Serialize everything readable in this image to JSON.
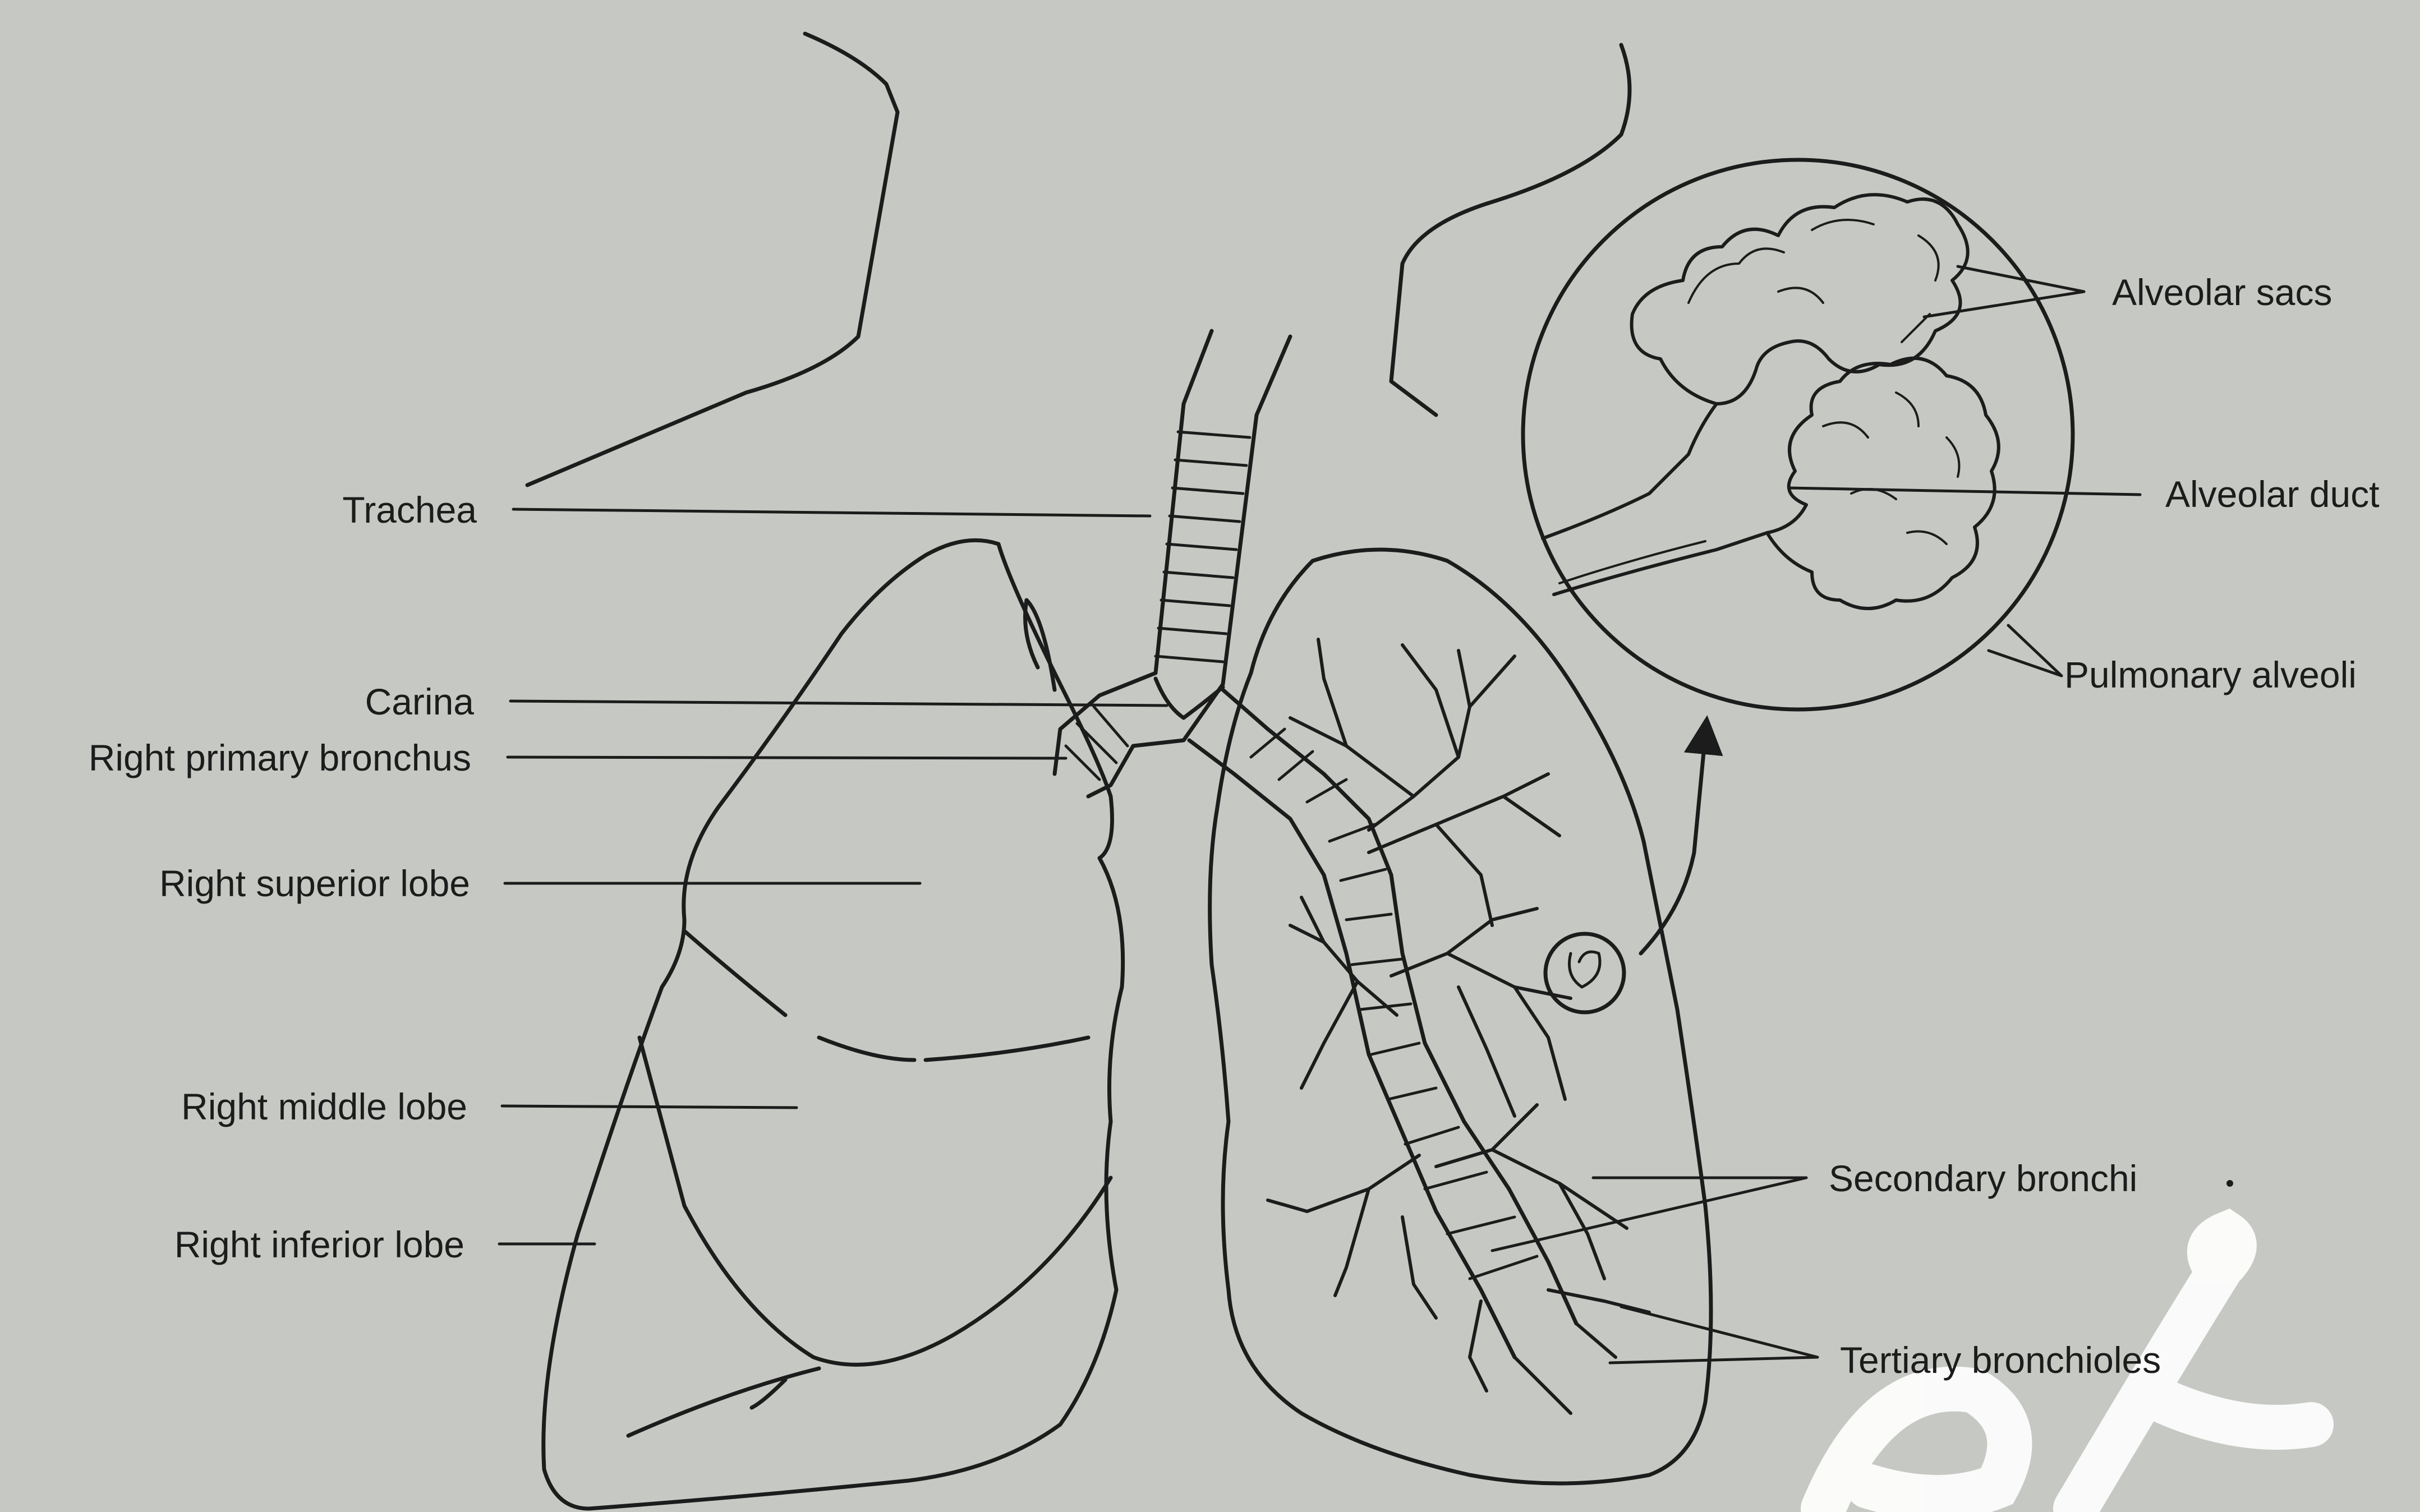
{
  "labels": {
    "trachea": "Trachea",
    "carina": "Carina",
    "right_primary_bronchus": "Right primary bronchus",
    "right_superior_lobe": "Right superior lobe",
    "right_middle_lobe": "Right middle lobe",
    "right_inferior_lobe": "Right inferior lobe",
    "alveolar_sacs": "Alveolar sacs",
    "alveolar_duct": "Alveolar duct",
    "pulmonary_alveoli": "Pulmonary alveoli",
    "secondary_bronchi": "Secondary bronchi",
    "tertiary_bronchioles": "Tertiary bronchioles"
  },
  "colors": {
    "background": "#c6c9c3",
    "ink": "#1c1c1c",
    "watermark": "#ffffff"
  }
}
